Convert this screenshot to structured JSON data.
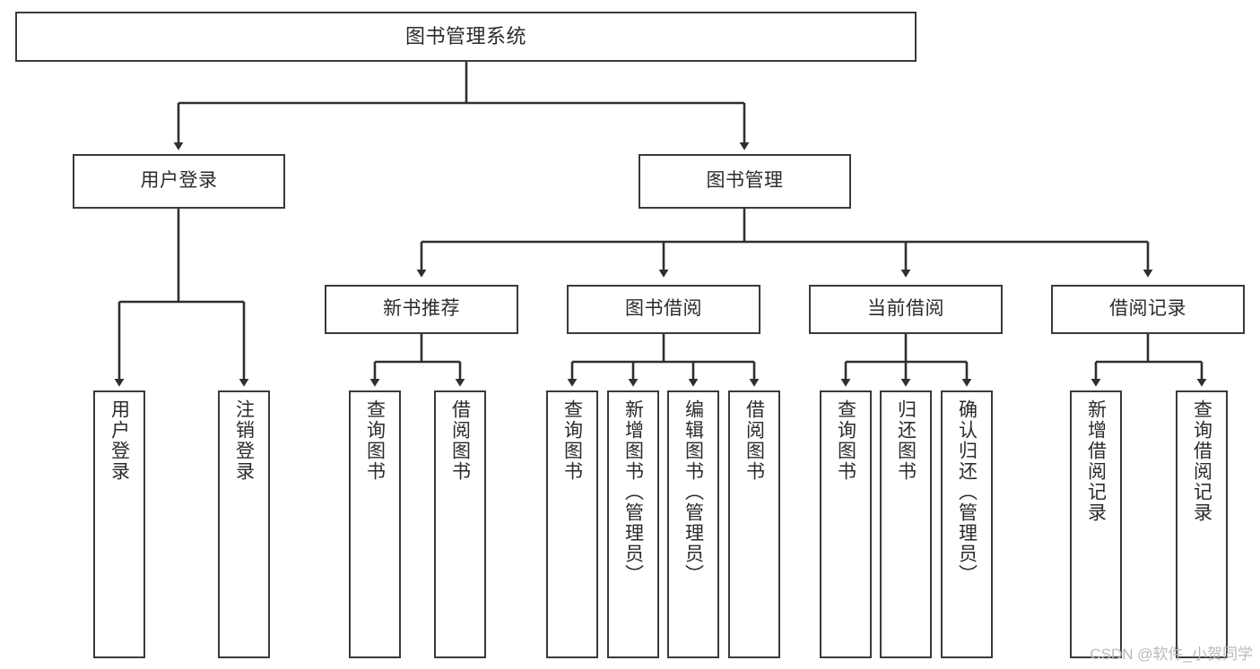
{
  "diagram": {
    "title": "图书管理系统",
    "type": "tree",
    "colors": {
      "box_border": "#3a3a3a",
      "box_fill": "#ffffff",
      "edge": "#2f2f2f",
      "text": "#2b2b2b",
      "watermark": "#b9b9b9",
      "background": "#ffffff"
    },
    "watermark": "CSDN @软件_小贺同学",
    "nodes": {
      "root": {
        "label": "图书管理系统"
      },
      "level1": [
        {
          "id": "user-login",
          "label": "用户登录"
        },
        {
          "id": "book-manage",
          "label": "图书管理"
        }
      ],
      "level2": [
        {
          "id": "new-book-rec",
          "label": "新书推荐"
        },
        {
          "id": "book-borrow",
          "label": "图书借阅"
        },
        {
          "id": "current-borrow",
          "label": "当前借阅"
        },
        {
          "id": "borrow-record",
          "label": "借阅记录"
        }
      ],
      "leaves": [
        {
          "id": "leaf-user-login",
          "label": "用户登录",
          "parent": "user-login"
        },
        {
          "id": "leaf-logout-login",
          "label": "注销登录",
          "parent": "user-login"
        },
        {
          "id": "leaf-query-book-1",
          "label": "查询图书",
          "parent": "new-book-rec"
        },
        {
          "id": "leaf-borrow-book-1",
          "label": "借阅图书",
          "parent": "new-book-rec"
        },
        {
          "id": "leaf-query-book-2",
          "label": "查询图书",
          "parent": "book-borrow"
        },
        {
          "id": "leaf-add-book",
          "label": "新增图书（管理员）",
          "parent": "book-borrow"
        },
        {
          "id": "leaf-edit-book",
          "label": "编辑图书（管理员）",
          "parent": "book-borrow"
        },
        {
          "id": "leaf-borrow-book-2",
          "label": "借阅图书",
          "parent": "book-borrow"
        },
        {
          "id": "leaf-query-book-3",
          "label": "查询图书",
          "parent": "current-borrow"
        },
        {
          "id": "leaf-return-book",
          "label": "归还图书",
          "parent": "current-borrow"
        },
        {
          "id": "leaf-confirm-return",
          "label": "确认归还（管理员）",
          "parent": "current-borrow"
        },
        {
          "id": "leaf-add-record",
          "label": "新增借阅记录",
          "parent": "borrow-record"
        },
        {
          "id": "leaf-query-record",
          "label": "查询借阅记录",
          "parent": "borrow-record"
        }
      ]
    }
  }
}
